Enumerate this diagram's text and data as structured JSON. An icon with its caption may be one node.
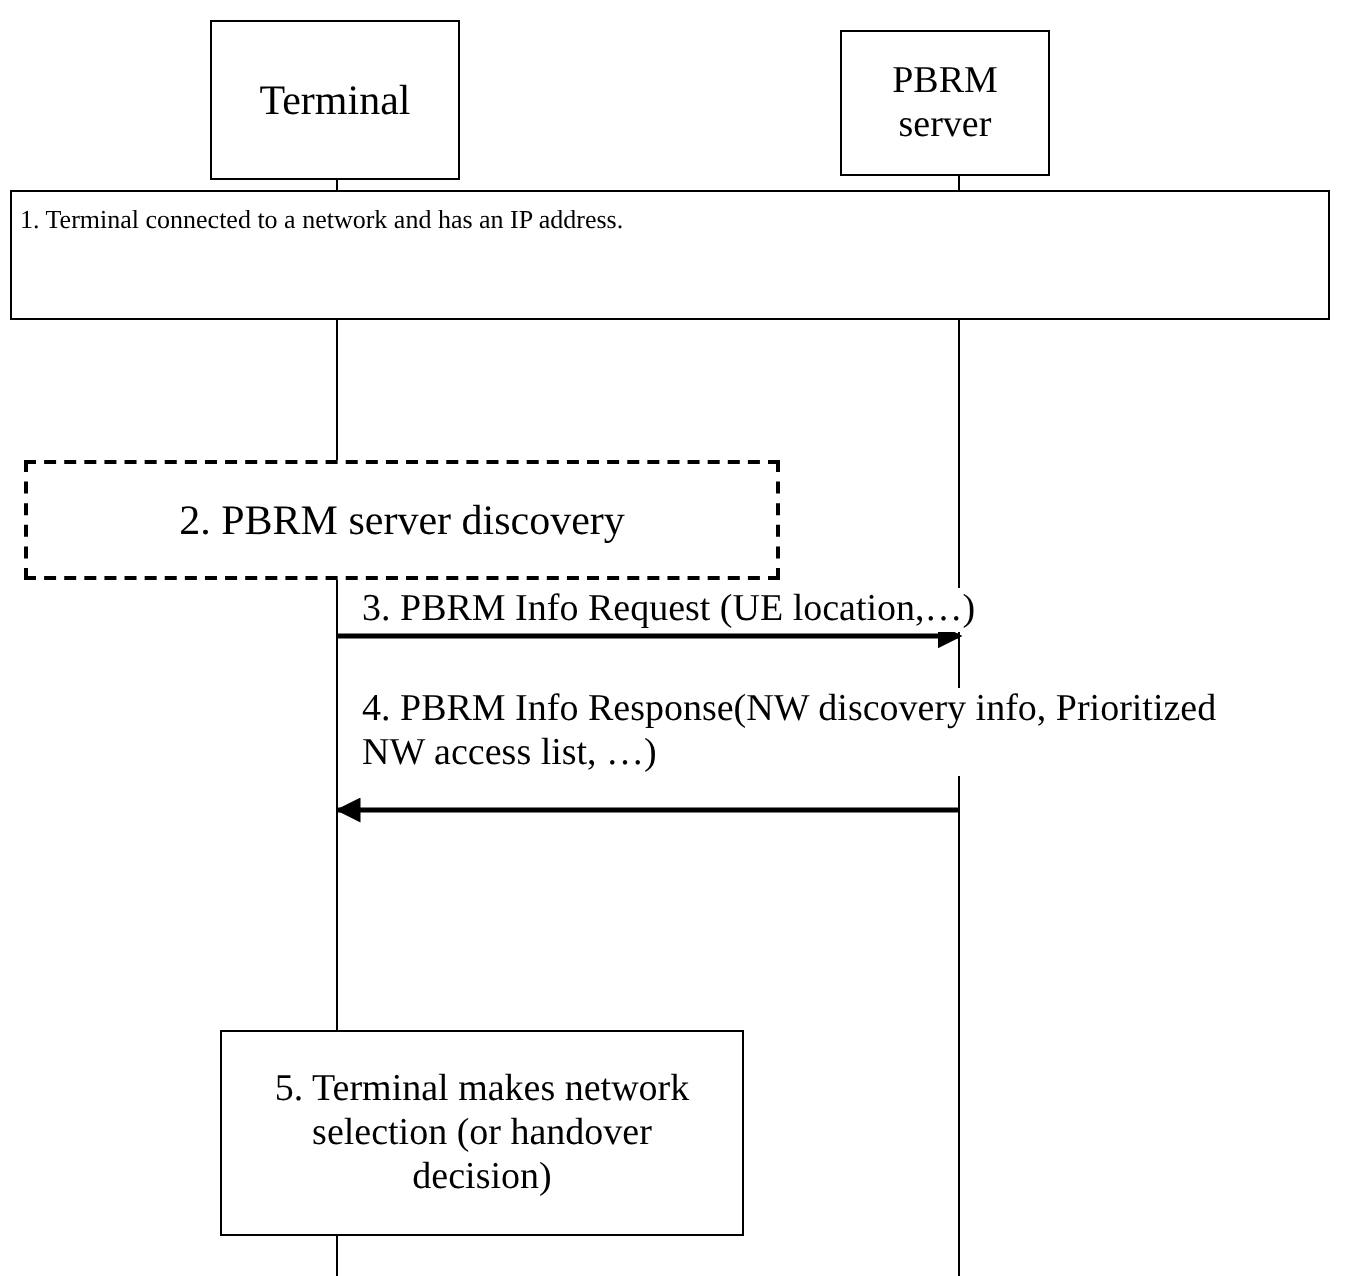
{
  "diagram": {
    "nodes": [
      {
        "text": [
          "Terminal"
        ]
      },
      {
        "text": [
          "PBRM server"
        ]
      },
      {
        "text": [
          "1. Terminal connected to a network and has an IP address."
        ]
      },
      {
        "text": [
          "2. PBRM server discovery"
        ]
      },
      {
        "text": [
          "5. Terminal makes network selection (or handover decision)"
        ]
      },
      {
        "text": [],
        "shape": "line"
      },
      {
        "text": [],
        "shape": "line"
      }
    ],
    "edges": [
      {
        "from": 5,
        "to": 6,
        "arrow": "to",
        "label": "3. PBRM Info Request (UE location,…)"
      },
      {
        "from": 6,
        "to": 5,
        "arrow": "to",
        "label": "4. PBRM Info Response(NW discovery info, Prioritized NW access list, …)"
      }
    ]
  }
}
